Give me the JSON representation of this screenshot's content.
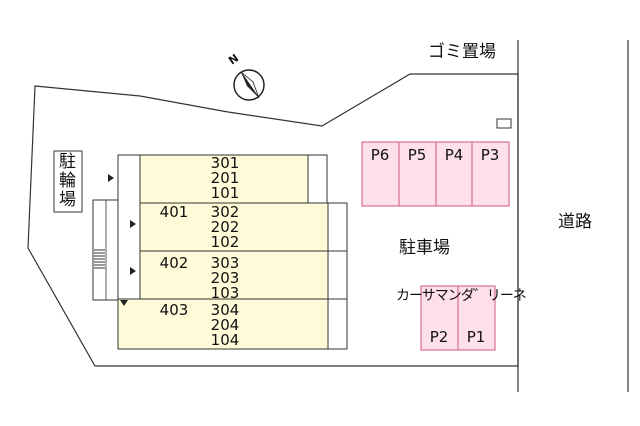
{
  "compass": {
    "north_label": "N"
  },
  "labels": {
    "garbage": "ゴミ置場",
    "bicycle": "駐\n輪\n場",
    "road": "道路",
    "parking": "駐車場",
    "car_share": "カーサマンダ゛リーネ"
  },
  "building": {
    "rows": [
      {
        "units": [
          "301",
          "201",
          "101"
        ]
      },
      {
        "side": "401",
        "units": [
          "302",
          "202",
          "102"
        ]
      },
      {
        "side": "402",
        "units": [
          "303",
          "203",
          "103"
        ]
      },
      {
        "side": "403",
        "units": [
          "304",
          "204",
          "104"
        ]
      }
    ]
  },
  "parking_spaces_top": [
    "P6",
    "P5",
    "P4",
    "P3"
  ],
  "parking_spaces_bottom": [
    "P2",
    "P1"
  ],
  "colors": {
    "unit_fill": "#fffbd9",
    "parking_fill": "#fde0ea",
    "parking_border": "#d9708f",
    "line": "#333333"
  }
}
